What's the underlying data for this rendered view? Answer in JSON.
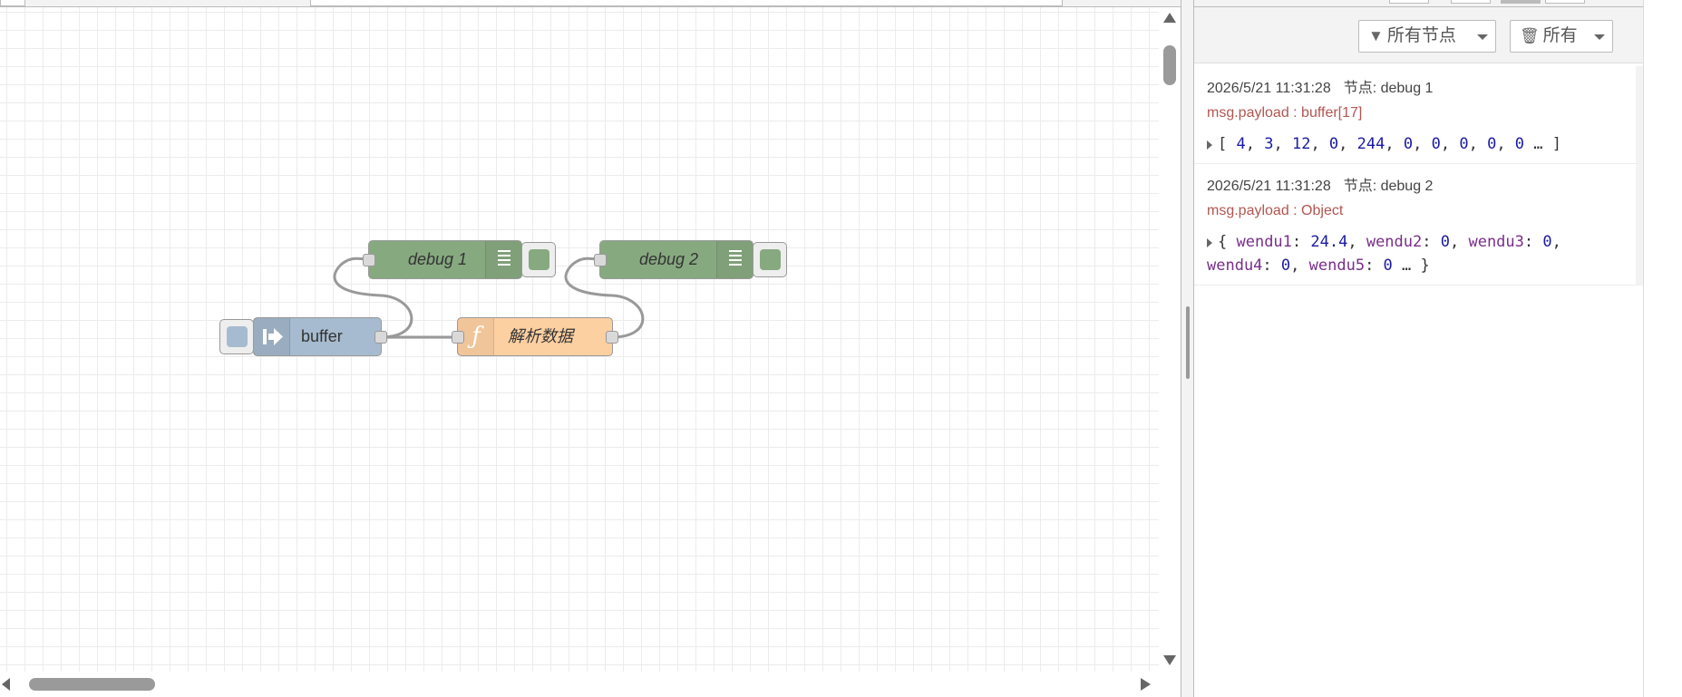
{
  "workspace": {
    "nodes": {
      "debug1": {
        "label": "debug 1"
      },
      "debug2": {
        "label": "debug 2"
      },
      "inject": {
        "label": "buffer"
      },
      "function": {
        "label": "解析数据",
        "glyph": "ƒ"
      }
    }
  },
  "sidebar": {
    "toolbar": {
      "filter_label": "所有节点",
      "clear_label": "所有",
      "filter_icon": "filter-icon",
      "clear_icon": "trash-icon"
    },
    "messages": [
      {
        "timestamp": "2026/5/21 11:31:28",
        "node": "节点: debug 1",
        "topic": "msg.payload : buffer[17]",
        "values": [
          "4",
          "3",
          "12",
          "0",
          "244",
          "0",
          "0",
          "0",
          "0",
          "0"
        ],
        "ellipsis": "…"
      },
      {
        "timestamp": "2026/5/21 11:31:28",
        "node": "节点: debug 2",
        "topic": "msg.payload : Object",
        "fields": [
          {
            "key": "wendu1",
            "value": "24.4"
          },
          {
            "key": "wendu2",
            "value": "0"
          },
          {
            "key": "wendu3",
            "value": "0"
          },
          {
            "key": "wendu4",
            "value": "0"
          },
          {
            "key": "wendu5",
            "value": "0"
          }
        ],
        "ellipsis": "…"
      }
    ]
  },
  "colors": {
    "debug_node": "#87a980",
    "inject_node": "#a6bbcf",
    "function_node": "#fdd0a2",
    "wire": "#999999"
  }
}
